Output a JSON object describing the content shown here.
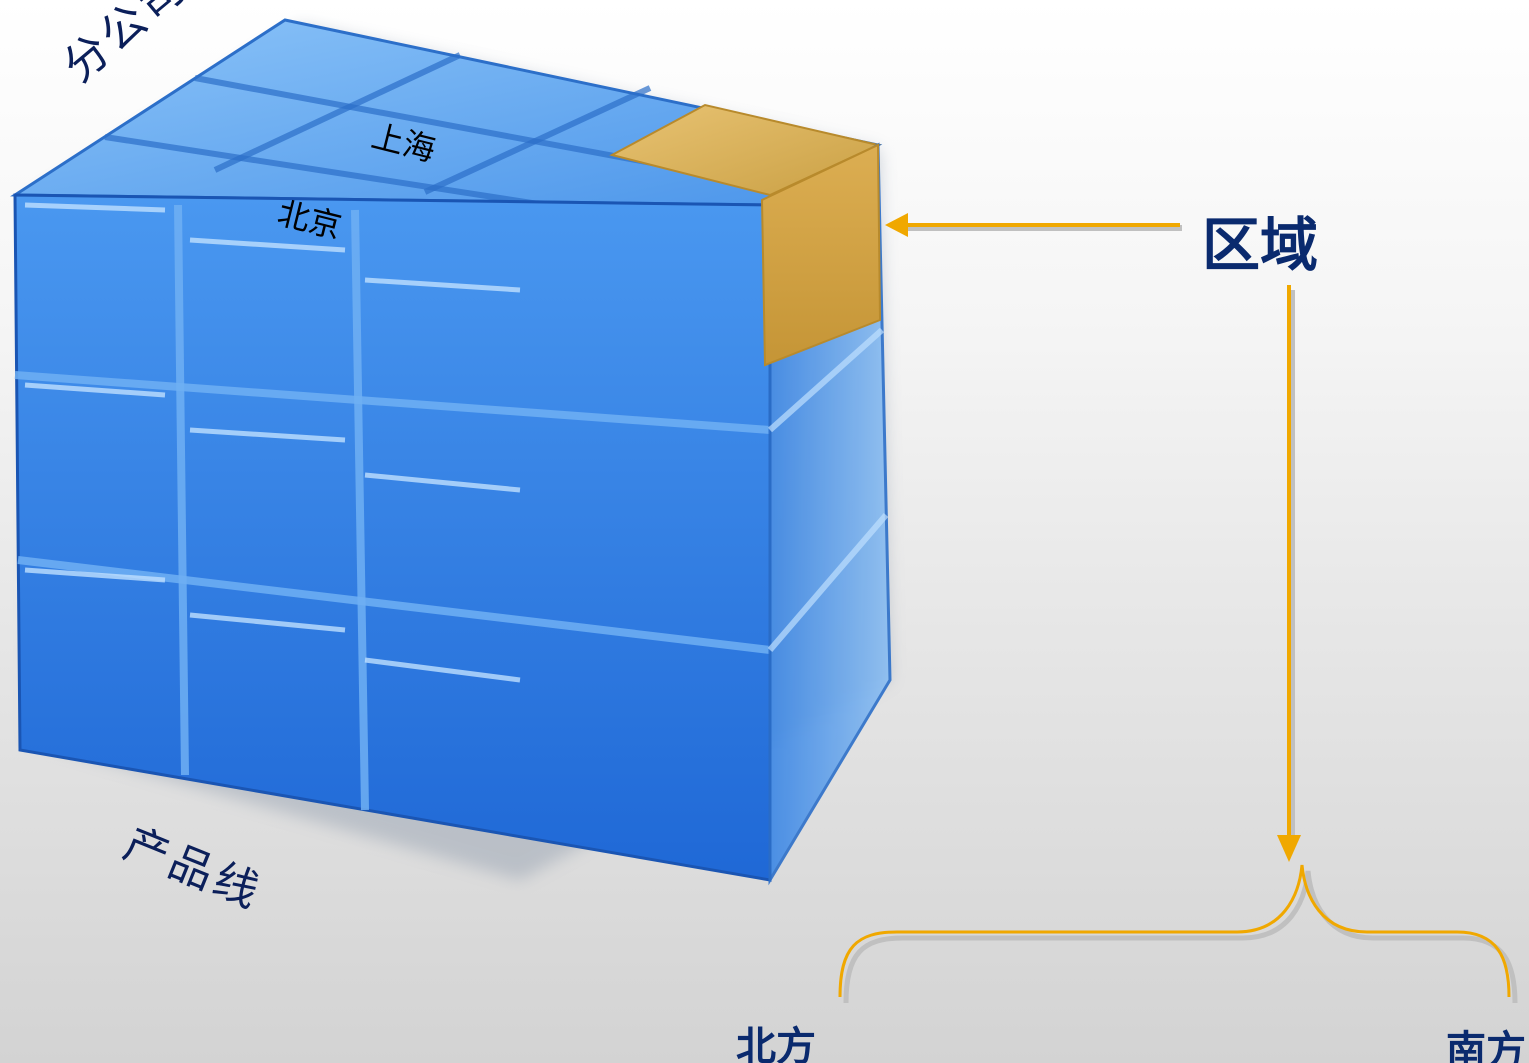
{
  "labels": {
    "branch": "分公司",
    "shanghai": "上海",
    "beijing": "北京",
    "product_line": "产品线",
    "region": "区域",
    "north": "北方",
    "south": "南方"
  },
  "colors": {
    "cube_blue": "#2f7fe0",
    "cube_light": "#7fb8f5",
    "highlight": "#d4a548",
    "arrow": "#f0a800",
    "text_dark_blue": "#0a2a6e"
  }
}
